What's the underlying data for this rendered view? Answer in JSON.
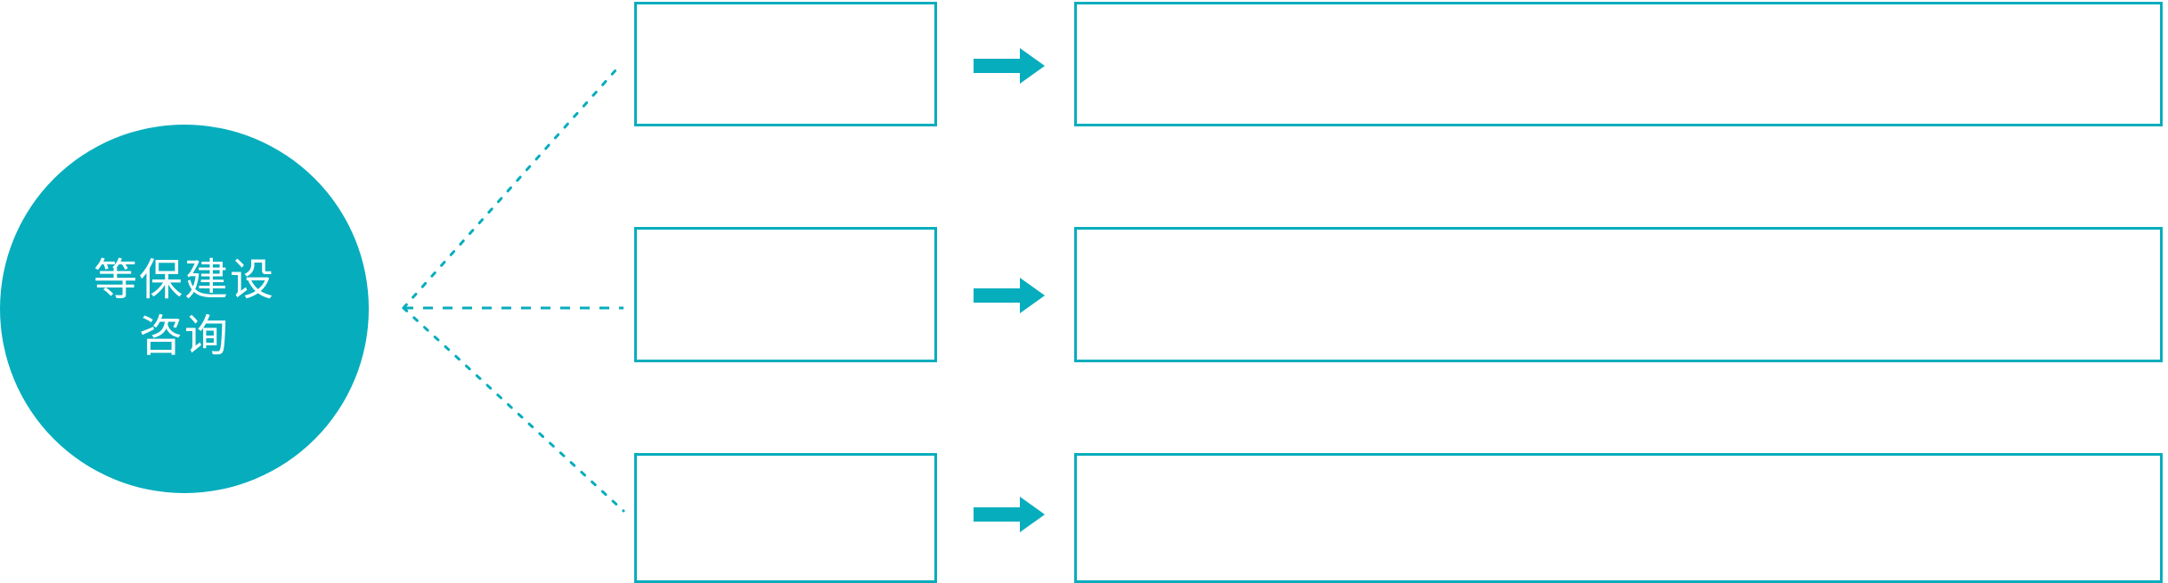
{
  "diagram": {
    "title": "等保建设咨询",
    "accent_color": "#06adbd",
    "background_color": "#ffffff",
    "hub": {
      "label": "等保建设\n咨询",
      "line1": "等保建设",
      "line2": "咨询",
      "shape": "circle",
      "fill": "#06adbd",
      "text_color": "#ffffff"
    },
    "connector": {
      "style": "dotted",
      "color": "#06adbd",
      "branch_count": 3
    },
    "arrow": {
      "icon": "arrow-right-icon",
      "color": "#06adbd"
    },
    "rows": [
      {
        "stage_label": "",
        "detail_label": ""
      },
      {
        "stage_label": "",
        "detail_label": ""
      },
      {
        "stage_label": "",
        "detail_label": ""
      }
    ]
  }
}
